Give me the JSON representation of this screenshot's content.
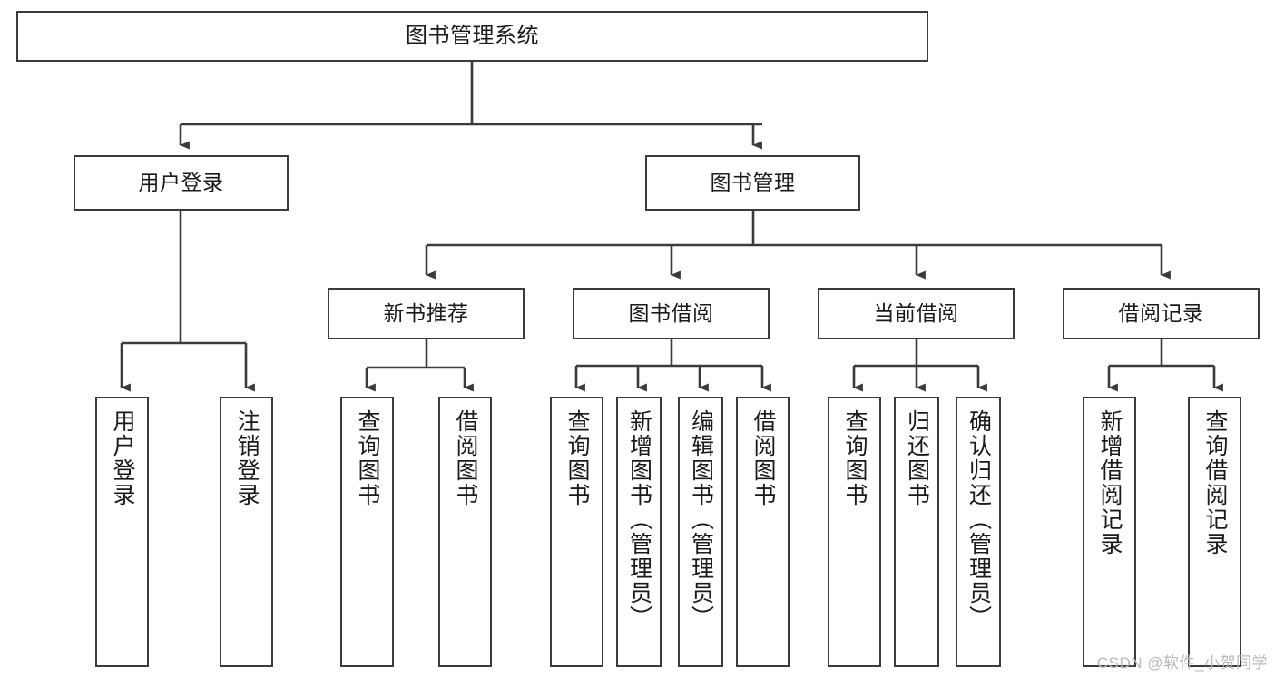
{
  "diagram": {
    "type": "tree-hierarchy-chart",
    "title": "图书管理系统",
    "levels": {
      "root": {
        "label": "图书管理系统"
      },
      "level2": [
        {
          "id": "user-login",
          "label": "用户登录"
        },
        {
          "id": "book-management",
          "label": "图书管理"
        }
      ],
      "level3": [
        {
          "id": "new-book-recommend",
          "label": "新书推荐"
        },
        {
          "id": "book-borrow",
          "label": "图书借阅"
        },
        {
          "id": "current-borrow",
          "label": "当前借阅"
        },
        {
          "id": "borrow-record",
          "label": "借阅记录"
        }
      ],
      "leaves": {
        "user-login": [
          {
            "id": "leaf-user-login",
            "label": "用户登录"
          },
          {
            "id": "leaf-logout-login",
            "label": "注销登录"
          }
        ],
        "new-book-recommend": [
          {
            "id": "leaf-query-book-1",
            "label": "查询图书"
          },
          {
            "id": "leaf-borrow-book-1",
            "label": "借阅图书"
          }
        ],
        "book-borrow": [
          {
            "id": "leaf-query-book-2",
            "label": "查询图书"
          },
          {
            "id": "leaf-add-book",
            "label": "新增图书（管理员）"
          },
          {
            "id": "leaf-edit-book",
            "label": "编辑图书（管理员）"
          },
          {
            "id": "leaf-borrow-book-2",
            "label": "借阅图书"
          }
        ],
        "current-borrow": [
          {
            "id": "leaf-query-book-3",
            "label": "查询图书"
          },
          {
            "id": "leaf-return-book",
            "label": "归还图书"
          },
          {
            "id": "leaf-confirm-return",
            "label": "确认归还（管理员）"
          }
        ],
        "borrow-record": [
          {
            "id": "leaf-add-record",
            "label": "新增借阅记录"
          },
          {
            "id": "leaf-query-record",
            "label": "查询借阅记录"
          }
        ]
      }
    },
    "colors": {
      "border": "#3b3b3b",
      "background": "#ffffff",
      "text": "#1a1a1a",
      "edge": "#3b3b3b",
      "watermark": "#b9b9b9"
    }
  },
  "watermark": {
    "text": "CSDN @软件_小贺同学"
  }
}
